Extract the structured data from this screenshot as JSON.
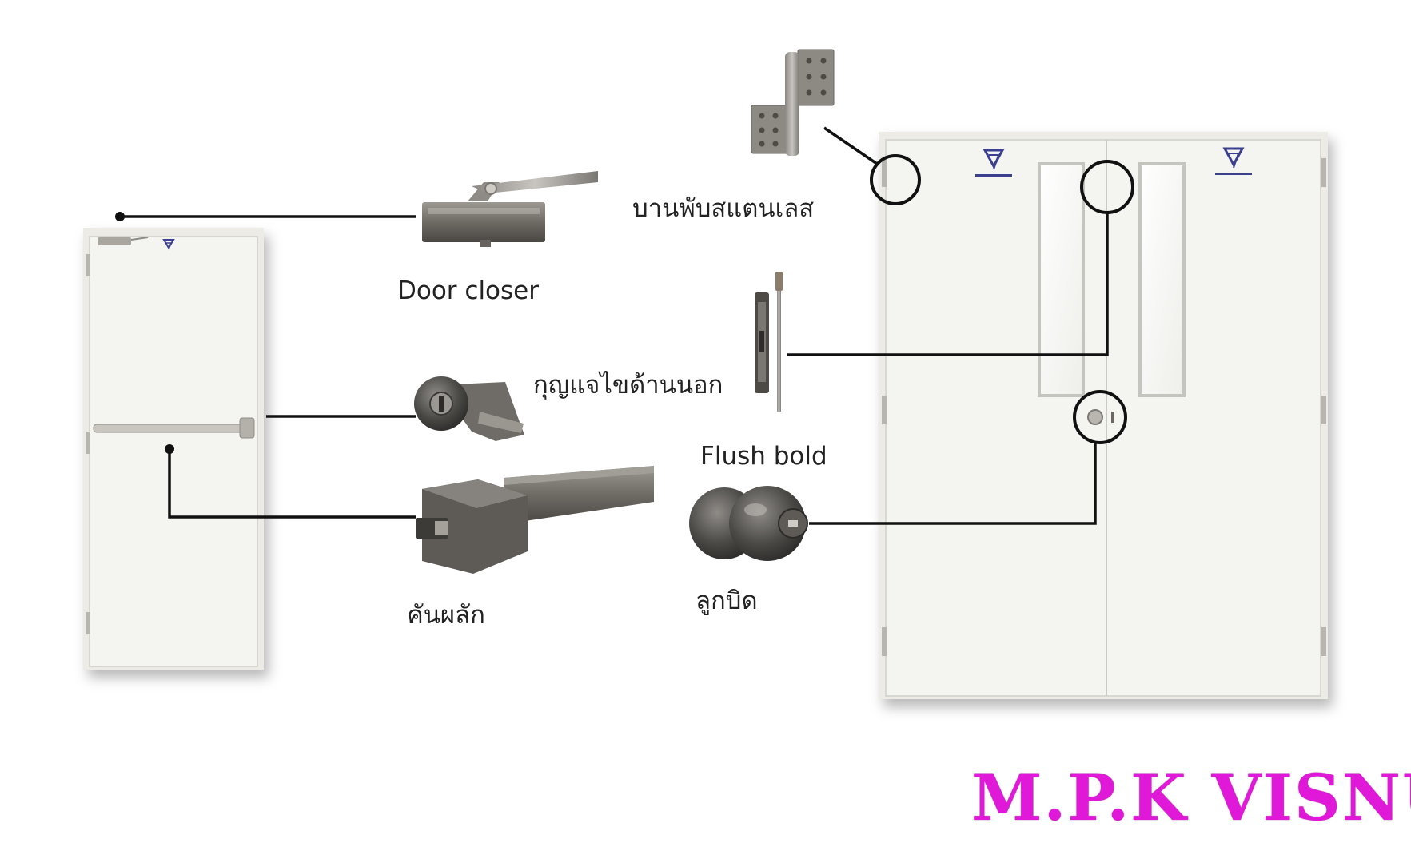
{
  "labels": {
    "door_closer": "Door closer",
    "stainless_hinge": "บานพับสแตนเลส",
    "outside_key_lock": "กุญแจไขด้านนอก",
    "flush_bolt": "Flush bold",
    "panic_bar": "คันผลัก",
    "knob_lock": "ลูกบิด"
  },
  "brand": {
    "name": "M.P.K VISNU",
    "color": "#e018d8"
  },
  "colors": {
    "door": "#f3f3ef",
    "door_edge": "#dcdcd6",
    "hardware_dark": "#55524e",
    "hardware_mid": "#7e7a74",
    "leader_line": "#111111",
    "logo": "#3b3f8f"
  }
}
